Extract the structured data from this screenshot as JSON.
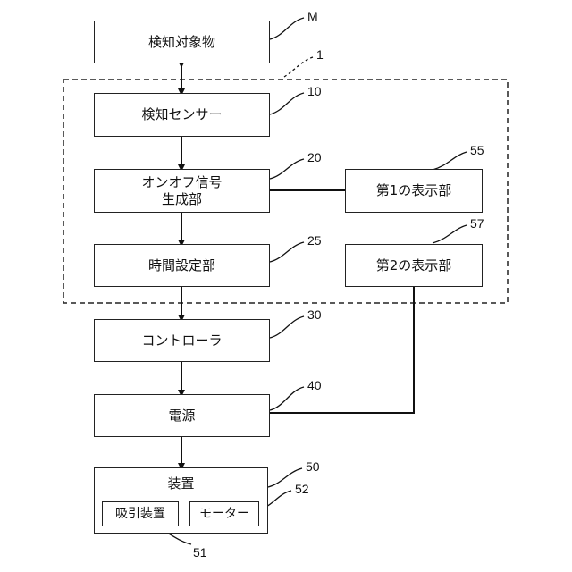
{
  "blocks": {
    "detect_object": "検知対象物",
    "sensor": "検知センサー",
    "onoff_line1": "オンオフ信号",
    "onoff_line2": "生成部",
    "time_setting": "時間設定部",
    "controller": "コントローラ",
    "power": "電源",
    "device": "装置",
    "suction": "吸引装置",
    "motor": "モーター",
    "display1": "第1の表示部",
    "display2": "第2の表示部"
  },
  "refs": {
    "M": "M",
    "group": "1",
    "sensor": "10",
    "onoff": "20",
    "time": "25",
    "controller": "30",
    "power": "40",
    "device": "50",
    "suction": "51",
    "motor": "52",
    "display1": "55",
    "display2": "57"
  }
}
